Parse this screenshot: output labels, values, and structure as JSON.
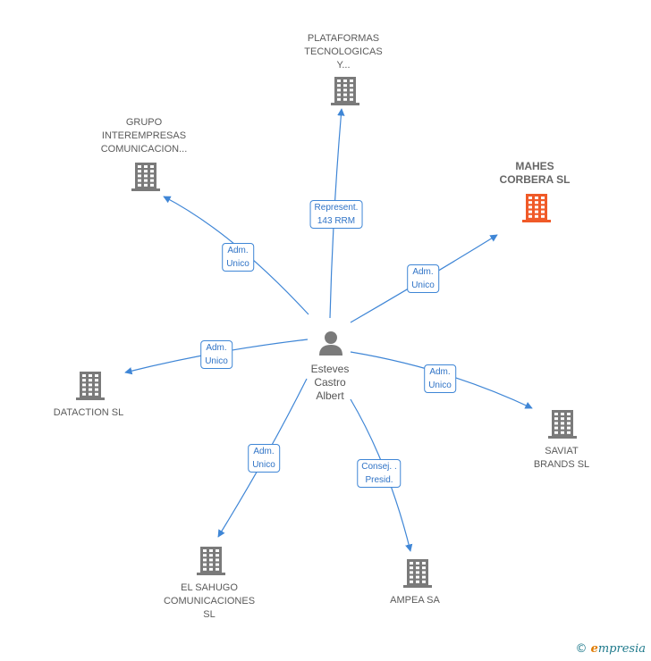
{
  "center": {
    "name": "Esteves\nCastro\nAlbert",
    "icon": "person-icon"
  },
  "nodes": [
    {
      "id": "plataformas",
      "label": "PLATAFORMAS\nTECNOLOGICAS\nY...",
      "icon": "building-icon",
      "color": "#7a7a7a",
      "highlight": false
    },
    {
      "id": "grupo",
      "label": "GRUPO\nINTEREMPRESAS\nCOMUNICACION...",
      "icon": "building-icon",
      "color": "#7a7a7a",
      "highlight": false
    },
    {
      "id": "mahes",
      "label": "MAHES\nCORBERA  SL",
      "icon": "building-icon",
      "color": "#f05a28",
      "highlight": true
    },
    {
      "id": "dataction",
      "label": "DATACTION SL",
      "icon": "building-icon",
      "color": "#7a7a7a",
      "highlight": false
    },
    {
      "id": "saviat",
      "label": "SAVIAT\nBRANDS  SL",
      "icon": "building-icon",
      "color": "#7a7a7a",
      "highlight": false
    },
    {
      "id": "elsahugo",
      "label": "EL SAHUGO\nCOMUNICACIONES\nSL",
      "icon": "building-icon",
      "color": "#7a7a7a",
      "highlight": false
    },
    {
      "id": "ampea",
      "label": "AMPEA SA",
      "icon": "building-icon",
      "color": "#7a7a7a",
      "highlight": false
    }
  ],
  "edges": [
    {
      "to": "plataformas",
      "label": "Represent.\n143 RRM"
    },
    {
      "to": "grupo",
      "label": "Adm.\nUnico"
    },
    {
      "to": "mahes",
      "label": "Adm.\nUnico"
    },
    {
      "to": "dataction",
      "label": "Adm.\nUnico"
    },
    {
      "to": "saviat",
      "label": "Adm.\nUnico"
    },
    {
      "to": "elsahugo",
      "label": "Adm.\nUnico"
    },
    {
      "to": "ampea",
      "label": "Consej. .\nPresid."
    }
  ],
  "colors": {
    "edge": "#3f86d6",
    "icon": "#7a7a7a",
    "highlight": "#f05a28"
  },
  "footer": {
    "symbol": "©",
    "brand_initial": "e",
    "brand_rest": "mpresia"
  }
}
